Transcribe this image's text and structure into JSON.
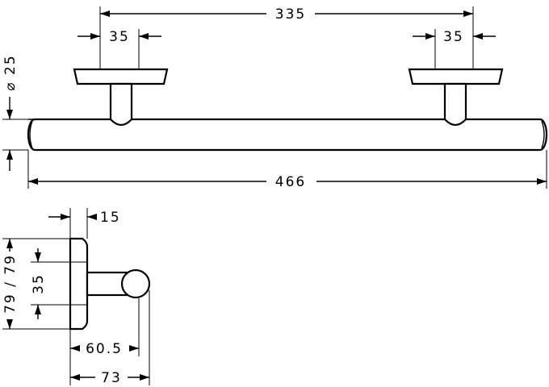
{
  "dimensions": {
    "mount_spacing": "335",
    "left_flange": "35",
    "right_flange": "35",
    "bar_diameter": "25",
    "diameter_symbol": "⌀",
    "overall_length": "466",
    "side_depth": "15",
    "flange_height": "79 / 79",
    "flange_inner": "35",
    "projection_inner": "60.5",
    "projection_total": "73"
  }
}
